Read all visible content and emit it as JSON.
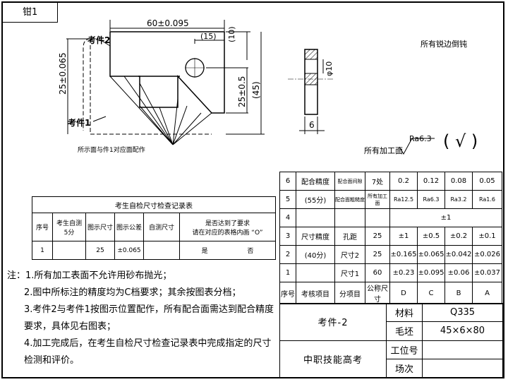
{
  "tag": "钳1",
  "drawing": {
    "dim_width": "60±0.095",
    "dim_15": "(15)",
    "dim_10": "(10)",
    "dim_left": "25±0.065",
    "dim_inner": "25±0.5",
    "dim_45": "(45)",
    "dim_dia": "φ10",
    "dim_6": "6",
    "label_part2": "考件2",
    "label_part1": "考件1",
    "label_caption": "所示面与件1对应面配作",
    "chamfer_note": "所有锐边倒钝",
    "surface_label": "所有加工面",
    "roughness": "Ra6.3",
    "check_mark": "( √ )"
  },
  "check_table": {
    "title": "考生自检尺寸检查记录表",
    "headers": [
      "序号",
      "考生自测\n5分",
      "图示尺寸",
      "图示公差",
      "自测尺寸",
      "是否达到了要求\n请在对应的表格内画 “O”"
    ],
    "row": {
      "no": "1",
      "size": "25",
      "tol": "±0.065",
      "yes": "是",
      "no_label": "否"
    }
  },
  "spec_table": {
    "rows": [
      {
        "no": "6",
        "item": "配合精度",
        "sub": "配合面间隙",
        "size": "7处",
        "D": "0.2",
        "C": "0.12",
        "B": "0.08",
        "A": "0.05"
      },
      {
        "no": "5",
        "item": "(55分)",
        "sub": "配合面粗糙度",
        "size": "所有加工面",
        "D": "Ra12.5",
        "C": "Ra6.3",
        "B": "Ra3.2",
        "A": "Ra1.6"
      },
      {
        "no": "4",
        "item": "",
        "sub": "",
        "size": "",
        "D": "±1",
        "C": "",
        "B": "",
        "A": ""
      },
      {
        "no": "3",
        "item": "尺寸精度",
        "sub": "孔距",
        "size": "25",
        "D": "±1",
        "C": "±0.5",
        "B": "±0.2",
        "A": "±0.1"
      },
      {
        "no": "2",
        "item": "(40分)",
        "sub": "尺寸2",
        "size": "25",
        "D": "±0.165",
        "C": "±0.065",
        "B": "±0.042",
        "A": "±0.026"
      },
      {
        "no": "1",
        "item": "",
        "sub": "尺寸1",
        "size": "60",
        "D": "±0.23",
        "C": "±0.095",
        "B": "±0.06",
        "A": "±0.037"
      }
    ],
    "footer": [
      "序号",
      "考核项目",
      "分项目",
      "公称尺寸",
      "D",
      "C",
      "B",
      "A"
    ]
  },
  "notes": [
    "注：1.所有加工表面不允许用砂布抛光；",
    "2.图中所标注的精度均为C档要求；其余按图表分档；",
    "3.考件2与考件1按图示位置配作，所有配合面需达到配合精度要求，具体见右图表；",
    "4.加工完成后，在考生自检尺寸检查记录表中完成指定的尺寸检测和评价。"
  ],
  "title_block": {
    "part": "考件-2",
    "material_label": "材料",
    "material": "Q335",
    "blank_label": "毛坯",
    "blank": "45×6×80",
    "school": "中职技能高考",
    "station_label": "工位号",
    "round_label": "场次"
  }
}
